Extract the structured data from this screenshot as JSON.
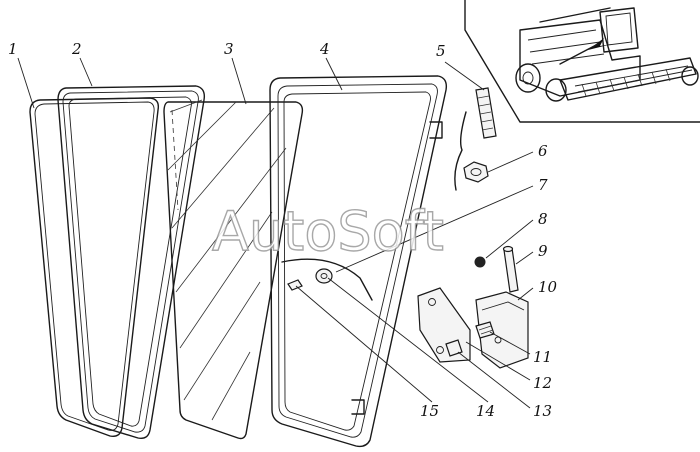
{
  "watermark": "AutoSoft",
  "callouts": [
    {
      "label": "1"
    },
    {
      "label": "2"
    },
    {
      "label": "3"
    },
    {
      "label": "4"
    },
    {
      "label": "5"
    },
    {
      "label": "6"
    },
    {
      "label": "7"
    },
    {
      "label": "8"
    },
    {
      "label": "9"
    },
    {
      "label": "10"
    },
    {
      "label": "11"
    },
    {
      "label": "12"
    },
    {
      "label": "13"
    },
    {
      "label": "14"
    },
    {
      "label": "15"
    }
  ],
  "colors": {
    "line": "#1a1a1a",
    "watermark_outline": "#9a9a9a",
    "background": "#ffffff"
  },
  "icons": [
    "combine-harvester-icon"
  ]
}
